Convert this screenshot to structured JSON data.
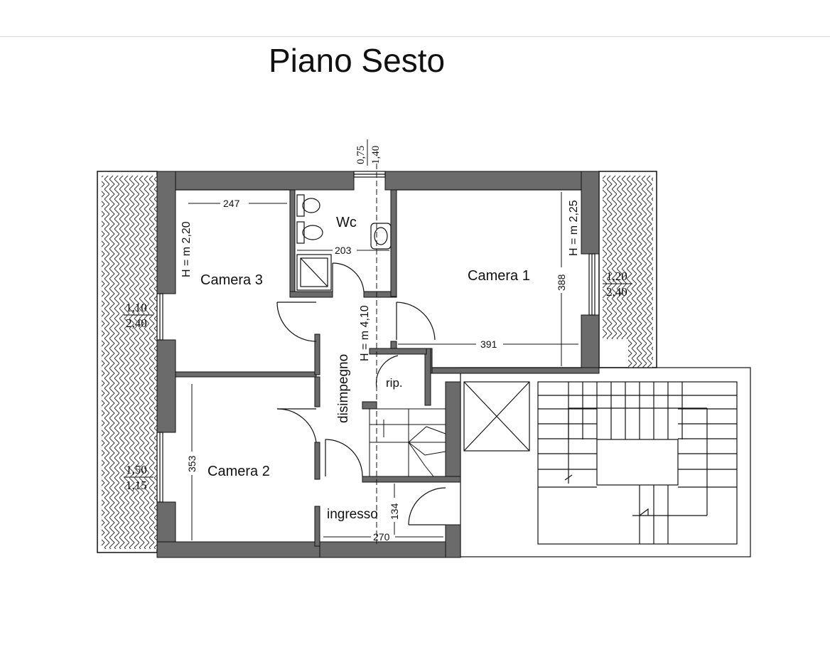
{
  "title": "Piano Sesto",
  "rooms": {
    "camera1": "Camera 1",
    "camera2": "Camera 2",
    "camera3": "Camera 3",
    "wc": "Wc",
    "disimpegno": "disimpegno",
    "ripostiglio": "rip.",
    "ingresso": "ingresso"
  },
  "heights": {
    "camera3": "H = m 2,20",
    "camera1": "H = m 2,25",
    "disimpegno": "H = m 4,10"
  },
  "dimensions": {
    "camera3_width": "247",
    "wc_width": "203",
    "camera1_width": "391",
    "camera1_depth": "388",
    "camera2_depth": "353",
    "ingresso_width": "270",
    "ingresso_depth": "134"
  },
  "windows": {
    "wc": {
      "top": "0,75",
      "bottom": "1,40"
    },
    "camera1": {
      "top": "1,20",
      "bottom": "2,40"
    },
    "camera3": {
      "top": "1,10",
      "bottom": "2,40"
    },
    "camera2": {
      "top": "1,50",
      "bottom": "1,15"
    }
  },
  "colors": {
    "wall": "#6b6b6b",
    "line": "#111111",
    "hatch": "#333333"
  }
}
